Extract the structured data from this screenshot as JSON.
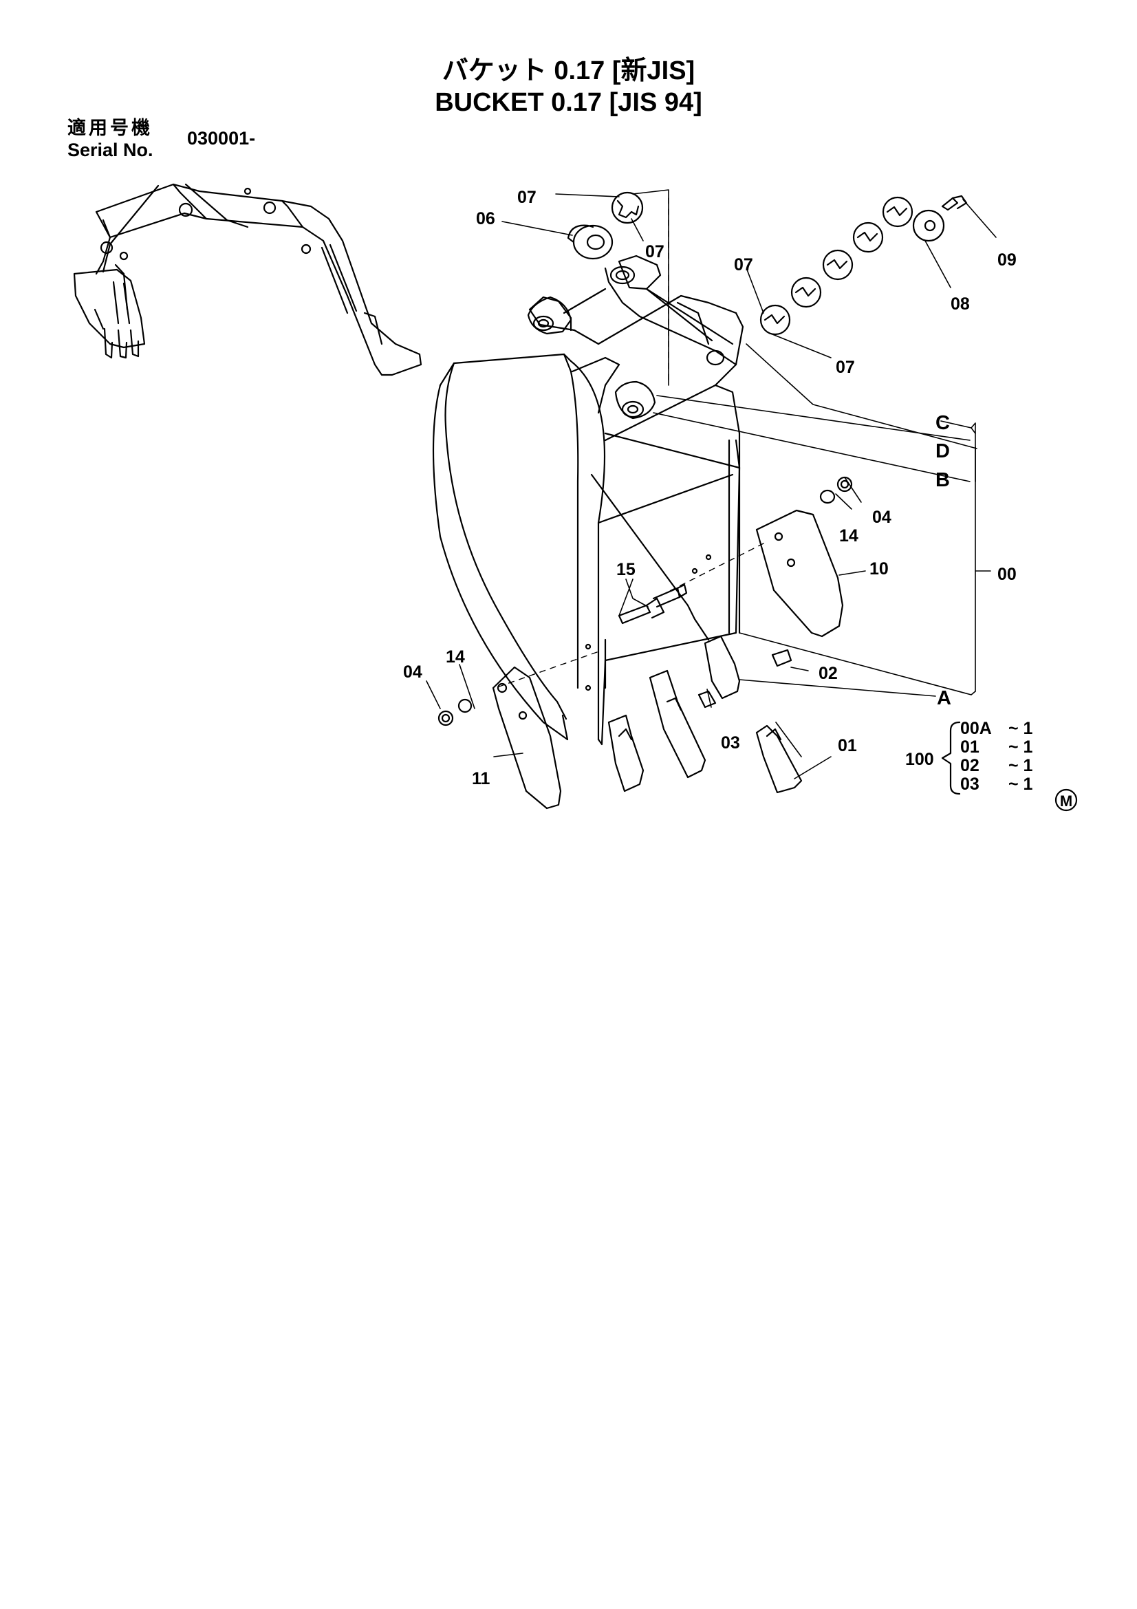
{
  "title": {
    "japanese": "バケット 0.17 [新JIS]",
    "english": "BUCKET 0.17 [JIS 94]"
  },
  "serial": {
    "label_jp": "適用号機",
    "label_en": "Serial No.",
    "value": "030001-"
  },
  "callouts": {
    "p07a": "07",
    "p06": "06",
    "p07b": "07",
    "p07c": "07",
    "p09": "09",
    "p08": "08",
    "p07d": "07",
    "pC": "C",
    "pD": "D",
    "pB": "B",
    "p04a": "04",
    "p14a": "14",
    "p10": "10",
    "p15": "15",
    "p00": "00",
    "p14b": "14",
    "p04b": "04",
    "p02": "02",
    "pA": "A",
    "p03": "03",
    "p01": "01",
    "p11": "11"
  },
  "set_list": {
    "assembly": "100",
    "items": [
      {
        "part": "00A",
        "qty": "~ 1"
      },
      {
        "part": "01",
        "qty": "~ 1"
      },
      {
        "part": "02",
        "qty": "~ 1"
      },
      {
        "part": "03",
        "qty": "~ 1"
      }
    ]
  },
  "mark": "M",
  "icons": [
    "excavator-overview-icon",
    "bucket-assembly-icon",
    "tooth-icon",
    "side-cutter-icon"
  ]
}
